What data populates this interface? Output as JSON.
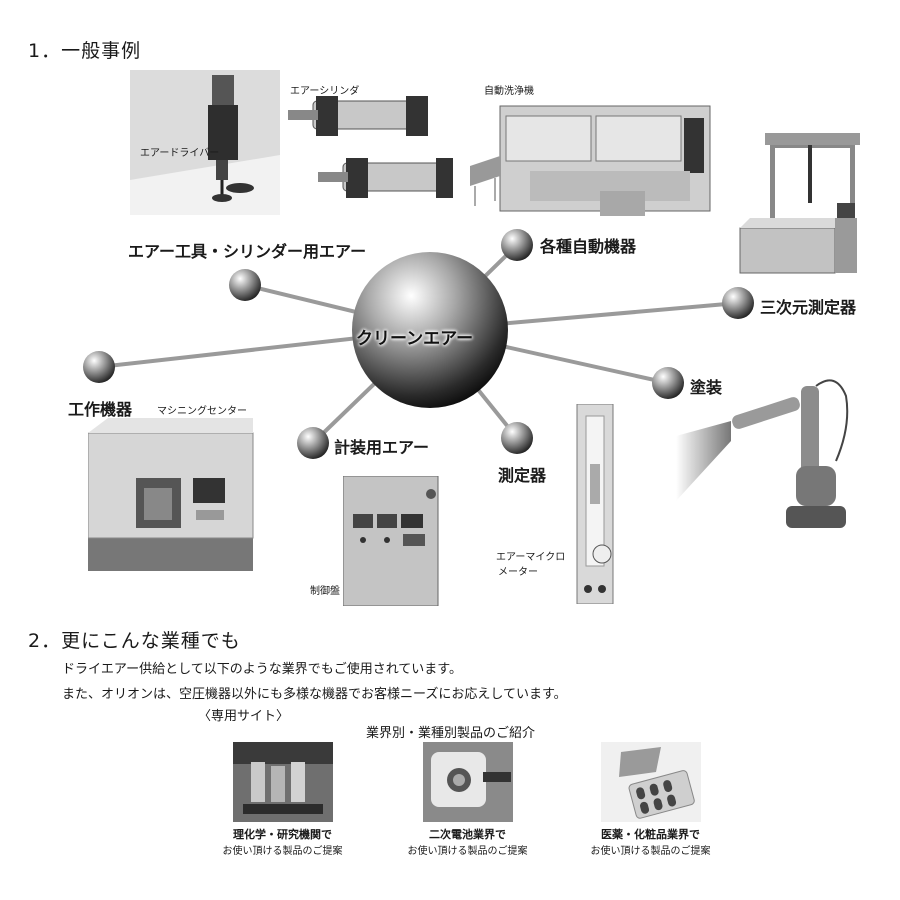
{
  "section1": {
    "heading": "1．一般事例",
    "center_label": "クリーンエアー",
    "branches": {
      "air_tools": "エアー工具・シリンダー用エアー",
      "automation": "各種自動機器",
      "cmm": "三次元測定器",
      "machine_tools": "工作機器",
      "instrument_air": "計装用エアー",
      "measuring": "測定器",
      "painting": "塗装"
    },
    "photo_labels": {
      "air_driver": "エアードライバー",
      "air_cylinder": "エアーシリンダ",
      "auto_washer": "自動洗浄機",
      "machining_center": "マシニングセンター",
      "control_panel": "制御盤",
      "micrometer_line1": "エアーマイクロ",
      "micrometer_line2": "メーター"
    }
  },
  "section2": {
    "heading": "2．更にこんな業種でも",
    "line1": "ドライエアー供給として以下のような業界でもご使用されています。",
    "line2": "また、オリオンは、空圧機器以外にも多様な機器でお客様ニーズにお応えしています。",
    "site_label": "〈専用サイト〉",
    "products_title": "業界別・業種別製品のご紹介",
    "cards": [
      {
        "title": "理化学・研究機関で",
        "subtitle": "お使い頂ける製品のご提案"
      },
      {
        "title": "二次電池業界で",
        "subtitle": "お使い頂ける製品のご提案"
      },
      {
        "title": "医薬・化粧品業界で",
        "subtitle": "お使い頂ける製品のご提案"
      }
    ]
  }
}
